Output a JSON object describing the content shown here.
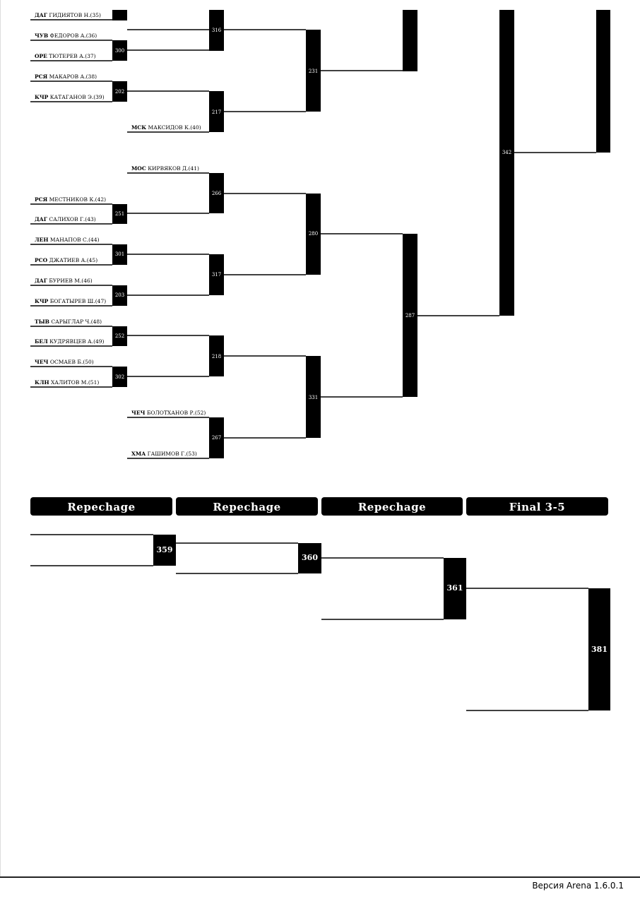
{
  "fighters": [
    {
      "region": "ДАГ",
      "name": "ГИДИЯТОВ Н.(35)"
    },
    {
      "region": "ЧУВ",
      "name": "ФЕДОРОВ А.(36)"
    },
    {
      "region": "ОРЕ",
      "name": "ТЮТЕРЕВ А.(37)"
    },
    {
      "region": "РСЯ",
      "name": "МАКАРОВ А.(38)"
    },
    {
      "region": "КЧР",
      "name": "КАТАГАНОВ Э.(39)"
    },
    {
      "region": "МСК",
      "name": "МАКСИДОВ К.(40)"
    },
    {
      "region": "МОС",
      "name": "КИРВЯКОВ Д.(41)"
    },
    {
      "region": "РСЯ",
      "name": "МЕСТНИКОВ К.(42)"
    },
    {
      "region": "ДАГ",
      "name": "САЛИХОВ Г.(43)"
    },
    {
      "region": "ЛЕН",
      "name": "МАНАПОВ С.(44)"
    },
    {
      "region": "РСО",
      "name": "ДЖАТИЕВ А.(45)"
    },
    {
      "region": "ДАГ",
      "name": "БУРИЕВ М.(46)"
    },
    {
      "region": "КЧР",
      "name": "БОГАТЫРЕВ Ш.(47)"
    },
    {
      "region": "ТЫВ",
      "name": "САРЫГЛАР Ч.(48)"
    },
    {
      "region": "БЕЛ",
      "name": "КУДРЯВЦЕВ А.(49)"
    },
    {
      "region": "ЧЕЧ",
      "name": "ОСМАЕВ Б.(50)"
    },
    {
      "region": "КЛН",
      "name": "ХАЛИТОВ М.(51)"
    },
    {
      "region": "ЧЕЧ",
      "name": "БОЛОТХАНОВ Р.(52)"
    },
    {
      "region": "ХМА",
      "name": "ГАШИМОВ Г.(53)"
    }
  ],
  "matches": {
    "m300": "300",
    "m316": "316",
    "m202": "202",
    "m217": "217",
    "m231": "231",
    "m266": "266",
    "m251": "251",
    "m301": "301",
    "m317": "317",
    "m203": "203",
    "m280": "280",
    "m252": "252",
    "m218": "218",
    "m302": "302",
    "m267": "267",
    "m331": "331",
    "m287": "287",
    "m342": "342",
    "m359": "359",
    "m360": "360",
    "m361": "361",
    "m381": "381"
  },
  "headers": [
    "Repechage",
    "Repechage",
    "Repechage",
    "Final 3-5"
  ],
  "footer": {
    "version": "Версия Arena 1.6.0.1"
  },
  "colors": {
    "ink": "#000000",
    "paper": "#ffffff"
  }
}
